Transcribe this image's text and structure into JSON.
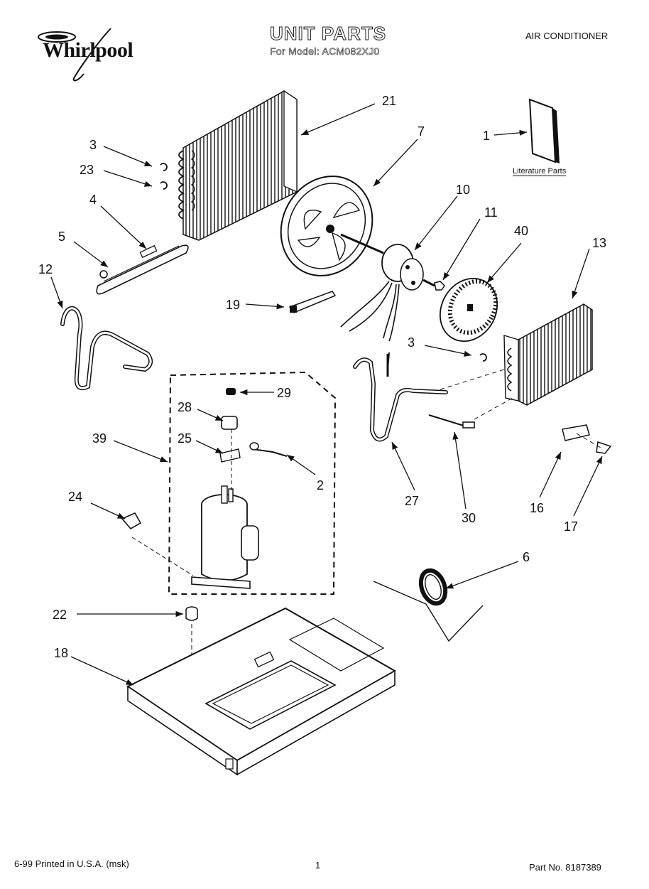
{
  "header": {
    "brand": "Whirlpool",
    "title": "UNIT PARTS",
    "model_line": "For Model: ACM082XJ0",
    "category": "AIR CONDITIONER"
  },
  "literature_label": "Literature Parts",
  "callouts": [
    {
      "id": "c21",
      "text": "21"
    },
    {
      "id": "c7",
      "text": "7"
    },
    {
      "id": "c1",
      "text": "1"
    },
    {
      "id": "c3a",
      "text": "3"
    },
    {
      "id": "c23",
      "text": "23"
    },
    {
      "id": "c4",
      "text": "4"
    },
    {
      "id": "c5",
      "text": "5"
    },
    {
      "id": "c12",
      "text": "12"
    },
    {
      "id": "c10",
      "text": "10"
    },
    {
      "id": "c11",
      "text": "11"
    },
    {
      "id": "c40",
      "text": "40"
    },
    {
      "id": "c13",
      "text": "13"
    },
    {
      "id": "c19",
      "text": "19"
    },
    {
      "id": "c3b",
      "text": "3"
    },
    {
      "id": "c29",
      "text": "29"
    },
    {
      "id": "c28",
      "text": "28"
    },
    {
      "id": "c39",
      "text": "39"
    },
    {
      "id": "c25",
      "text": "25"
    },
    {
      "id": "c2",
      "text": "2"
    },
    {
      "id": "c24",
      "text": "24"
    },
    {
      "id": "c27",
      "text": "27"
    },
    {
      "id": "c30",
      "text": "30"
    },
    {
      "id": "c16",
      "text": "16"
    },
    {
      "id": "c17",
      "text": "17"
    },
    {
      "id": "c6",
      "text": "6"
    },
    {
      "id": "c22",
      "text": "22"
    },
    {
      "id": "c18",
      "text": "18"
    }
  ],
  "footer": {
    "date_line": "6-99 Printed in U.S.A. (msk)",
    "page": "1",
    "part_no": "Part No. 8187389"
  }
}
